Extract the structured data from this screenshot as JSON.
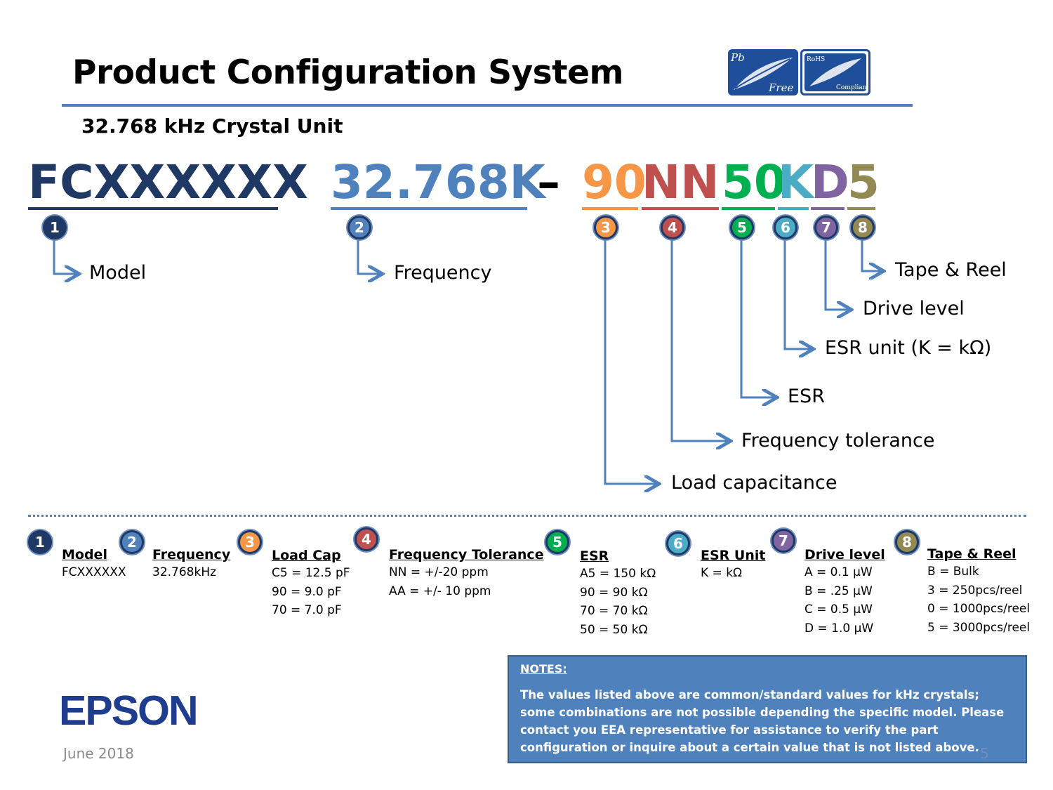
{
  "title": "Product Configuration System",
  "subtitle": "32.768 kHz Crystal Unit",
  "badges": {
    "pb_free": [
      "Pb",
      "Free"
    ],
    "rohs": [
      "RoHS",
      "Compliant"
    ]
  },
  "part_number": {
    "model": "FCXXXXXX",
    "frequency": "32.768K",
    "dash": "–",
    "load_cap": "90",
    "tolerance": "NN",
    "esr": "50",
    "esr_unit": "K",
    "drive": "D",
    "tape": "5"
  },
  "numbers": [
    "1",
    "2",
    "3",
    "4",
    "5",
    "6",
    "7",
    "8"
  ],
  "callouts": {
    "model": "Model",
    "frequency": "Frequency",
    "tape": "Tape & Reel",
    "drive": "Drive level",
    "esr_unit": "ESR unit (K = kΩ)",
    "esr": "ESR",
    "tolerance": "Frequency tolerance",
    "load_cap": "Load capacitance"
  },
  "legend": [
    {
      "heading": "Model",
      "values": [
        "FCXXXXXX"
      ]
    },
    {
      "heading": "Frequency",
      "values": [
        "32.768kHz"
      ]
    },
    {
      "heading": "Load Cap",
      "values": [
        "C5 = 12.5 pF",
        "90 = 9.0 pF",
        "70 = 7.0 pF"
      ]
    },
    {
      "heading": "Frequency Tolerance",
      "values": [
        "NN = +/-20 ppm",
        "AA = +/- 10 ppm"
      ]
    },
    {
      "heading": "ESR",
      "values": [
        "A5 = 150 kΩ",
        "90 = 90 kΩ",
        "70 = 70 kΩ",
        "50 = 50 kΩ"
      ]
    },
    {
      "heading": "ESR Unit",
      "values": [
        "K = kΩ"
      ]
    },
    {
      "heading": "Drive level",
      "values": [
        "A = 0.1 µW",
        "B = .25 µW",
        "C = 0.5 µW",
        "D = 1.0 µW"
      ]
    },
    {
      "heading": "Tape & Reel",
      "values": [
        "B = Bulk",
        "3 = 250pcs/reel",
        "0 = 1000pcs/reel",
        "5 = 3000pcs/reel"
      ]
    }
  ],
  "notes": {
    "heading": "NOTES:",
    "body": "The values listed above are common/standard  values for kHz crystals; some combinations are not possible depending the specific model.  Please contact you EEA representative for assistance to verify the part configuration or inquire about a certain value that is not listed above."
  },
  "footer": {
    "brand": "EPSON",
    "date": "June 2018",
    "page": "5"
  },
  "colors": {
    "model": "#1f3864",
    "frequency": "#4f81bd",
    "load_cap": "#f79646",
    "tolerance": "#c0504d",
    "esr": "#00b050",
    "esr_unit": "#4bacc6",
    "drive": "#8064a2",
    "tape": "#938953",
    "accent": "#4f81bd",
    "arrow": "#4f81bd"
  }
}
